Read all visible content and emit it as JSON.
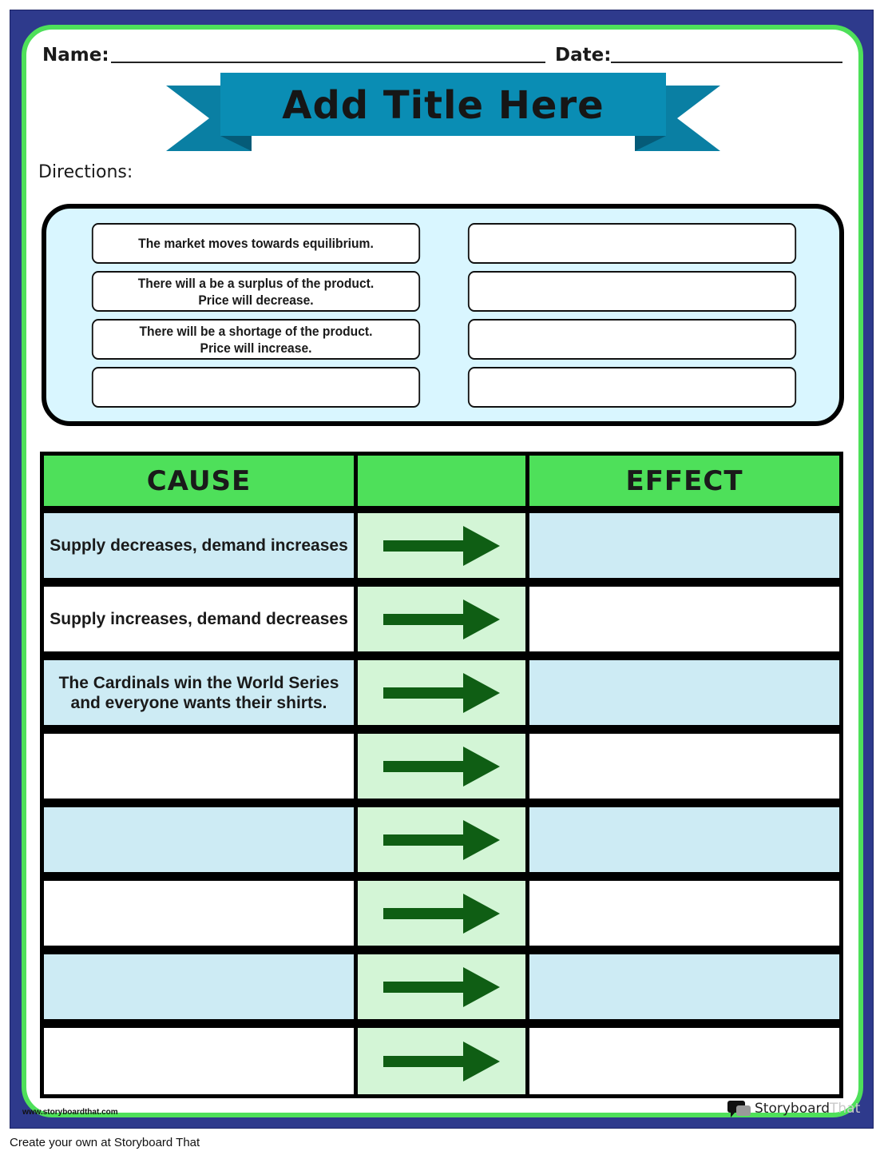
{
  "header": {
    "name_label": "Name:",
    "date_label": "Date:",
    "title": "Add Title Here",
    "directions_label": "Directions:"
  },
  "word_bank": [
    "The market moves towards equilibrium.",
    "",
    "There will a be a surplus of the product.\nPrice will decrease.",
    "",
    "There will be a shortage of the product.\nPrice will increase.",
    "",
    "",
    ""
  ],
  "table": {
    "headers": {
      "cause": "CAUSE",
      "middle": "",
      "effect": "EFFECT"
    },
    "rows": [
      {
        "cause": "Supply decreases, demand increases",
        "effect": ""
      },
      {
        "cause": "Supply increases, demand decreases",
        "effect": ""
      },
      {
        "cause": "The Cardinals win the World Series\nand everyone wants their shirts.",
        "effect": ""
      },
      {
        "cause": "",
        "effect": ""
      },
      {
        "cause": "",
        "effect": ""
      },
      {
        "cause": "",
        "effect": ""
      },
      {
        "cause": "",
        "effect": ""
      },
      {
        "cause": "",
        "effect": ""
      }
    ]
  },
  "colors": {
    "frame": "#2e3a8c",
    "border_green": "#4ee05a",
    "banner": "#0a8db4",
    "arrow": "#0f5e14",
    "row_blue": "#cdebf4",
    "arrow_column": "#d3f5d6"
  },
  "watermark": {
    "url": "www.storyboardthat.com",
    "brand_part1": "Storyboard",
    "brand_part2": "That",
    "logo_icon": "speech-bubble-icon"
  },
  "footer": "Create your own at Storyboard That"
}
